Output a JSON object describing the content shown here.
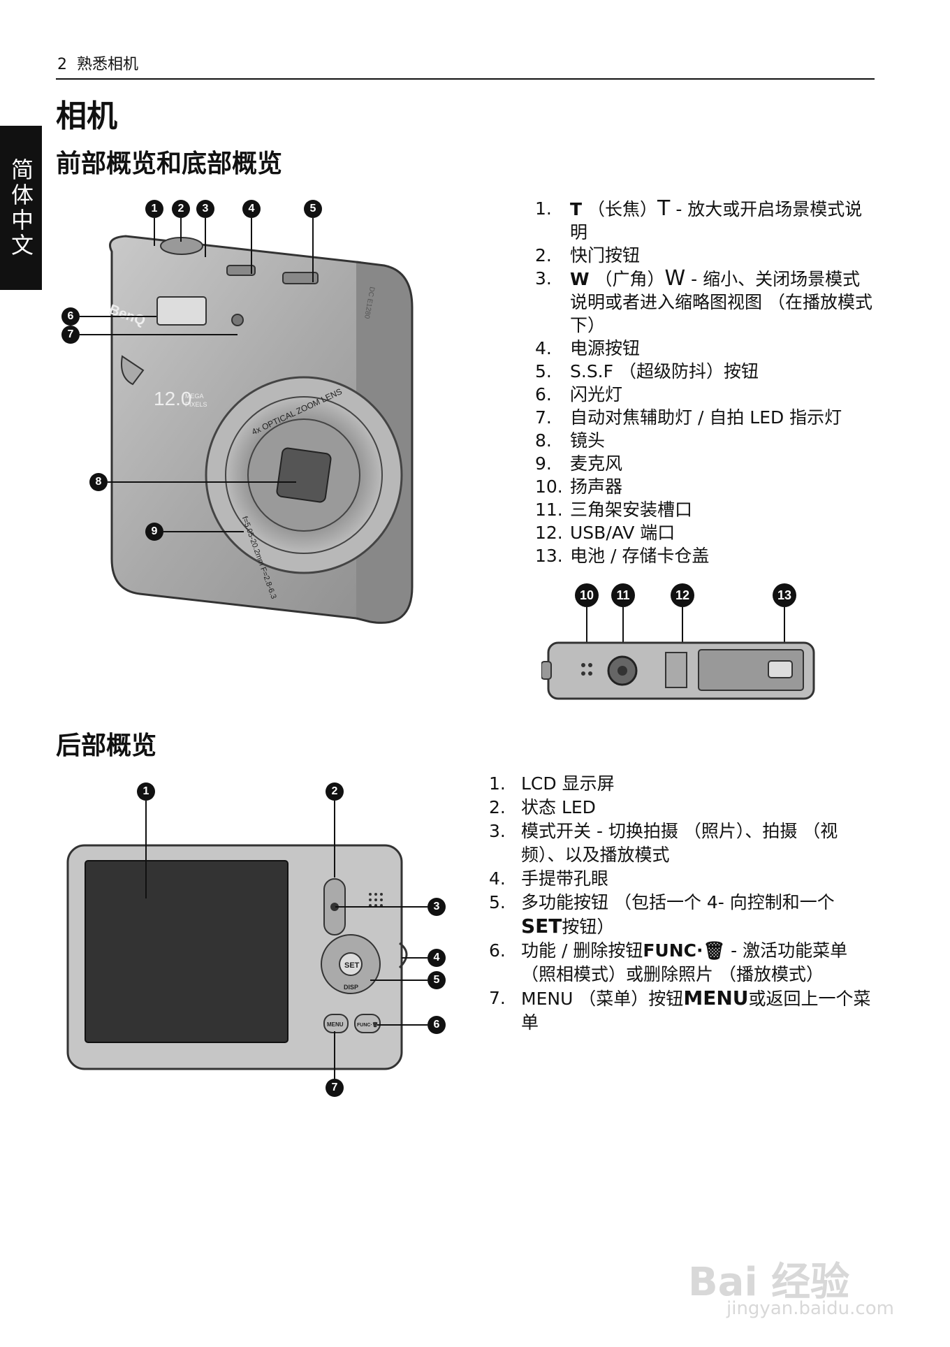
{
  "header": {
    "page_number": "2",
    "section_title": "熟悉相机"
  },
  "side_tab": "简体中文",
  "page_title": "相机",
  "front_section": {
    "title": "前部概览和底部概览",
    "items": [
      {
        "num": "1.",
        "key": "T",
        "text": "（长焦）",
        "icon": "tele-icon",
        "icon_glyph": "T",
        "after": "- 放大或开启场景模式说明"
      },
      {
        "num": "2.",
        "text": "快门按钮"
      },
      {
        "num": "3.",
        "key": "W",
        "text": "（广角）",
        "icon": "wide-icon",
        "icon_glyph": "W",
        "after": "- 缩小、关闭场景模式说明或者进入缩略图视图 （在播放模式下）"
      },
      {
        "num": "4.",
        "text": "电源按钮"
      },
      {
        "num": "5.",
        "text": "S.S.F （超级防抖）按钮"
      },
      {
        "num": "6.",
        "text": "闪光灯"
      },
      {
        "num": "7.",
        "text": "自动对焦辅助灯 / 自拍 LED 指示灯"
      },
      {
        "num": "8.",
        "text": "镜头"
      },
      {
        "num": "9.",
        "text": "麦克风"
      },
      {
        "num": "10.",
        "text": "扬声器"
      },
      {
        "num": "11.",
        "text": "三角架安装槽口"
      },
      {
        "num": "12.",
        "text": "USB/AV 端口"
      },
      {
        "num": "13.",
        "text": "电池 / 存储卡仓盖"
      }
    ],
    "front_callouts": [
      "1",
      "2",
      "3",
      "4",
      "5",
      "6",
      "7",
      "8",
      "9"
    ],
    "bottom_callouts": [
      "10",
      "11",
      "12",
      "13"
    ],
    "camera_text": {
      "brand": "BenQ",
      "megapixels": "12.0",
      "mp_label_1": "MEGA",
      "mp_label_2": "PIXELS",
      "lens_ring": "4x OPTICAL ZOOM LENS",
      "lens_spec": "f=5.05-20.2mm F=2.8-6.3",
      "top_model": "DC E1280"
    }
  },
  "rear_section": {
    "title": "后部概览",
    "items": [
      {
        "num": "1.",
        "text": "LCD 显示屏"
      },
      {
        "num": "2.",
        "text": "状态 LED"
      },
      {
        "num": "3.",
        "text": "模式开关 - 切换拍摄 （照片）、拍摄 （视频）、以及播放模式"
      },
      {
        "num": "4.",
        "text": "手提带孔眼"
      },
      {
        "num": "5.",
        "text": "多功能按钮 （包括一个 4- 向控制和一个",
        "icon_text": "SET",
        "after": "按钮）"
      },
      {
        "num": "6.",
        "text": "功能 / 删除按钮",
        "icon_text": "FUNC·🗑",
        "after": "- 激活功能菜单 （照相模式）或删除照片 （播放模式）"
      },
      {
        "num": "7.",
        "text": "MENU （菜单）按钮",
        "icon_text": "MENU",
        "after": "或返回上一个菜单"
      }
    ],
    "callouts": [
      "1",
      "2",
      "3",
      "4",
      "5",
      "6",
      "7"
    ],
    "camera_text": {
      "set": "SET",
      "disp": "DISP",
      "menu": "MENU",
      "func": "FUNC·🗑"
    }
  },
  "watermark": {
    "brand": "Bai 经验",
    "url": "jingyan.baidu.com"
  }
}
